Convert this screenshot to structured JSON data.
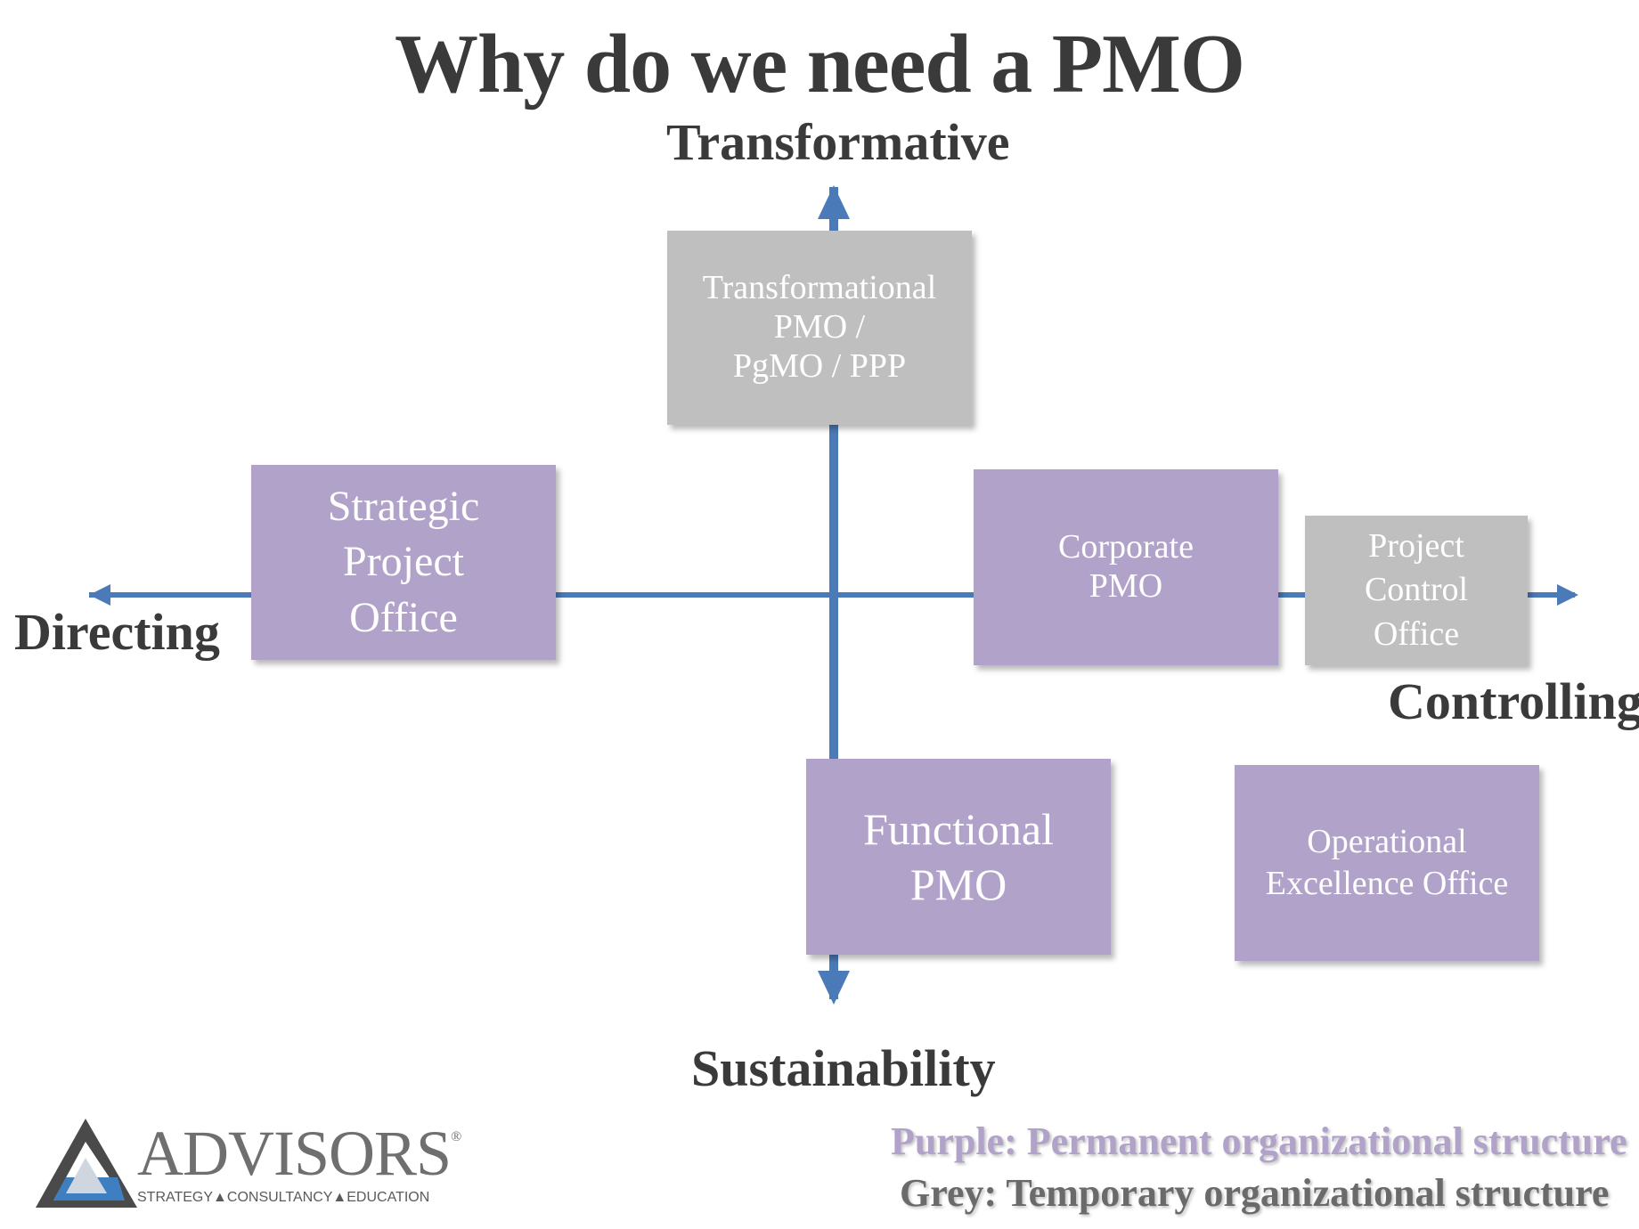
{
  "title": "Why do we need a PMO",
  "axes": {
    "top": "Transformative",
    "left": "Directing",
    "right": "Controlling",
    "bottom": "Sustainability"
  },
  "boxes": {
    "transformational": {
      "lines": [
        "Transformational",
        "PMO /",
        "PgMO / PPP"
      ]
    },
    "strategic": {
      "lines": [
        "Strategic",
        "Project",
        "Office"
      ]
    },
    "corporate": {
      "lines": [
        "Corporate",
        "PMO"
      ]
    },
    "project_control": {
      "lines": [
        "Project",
        "Control",
        "Office"
      ]
    },
    "functional": {
      "lines": [
        "Functional",
        "PMO"
      ]
    },
    "operational": {
      "lines": [
        "Operational",
        "Excellence Office"
      ]
    }
  },
  "legend": {
    "purple": "Purple: Permanent organizational structure",
    "grey": "Grey: Temporary organizational structure"
  },
  "logo": {
    "name": "ADVISORS",
    "registered": "®",
    "tagline": "STRATEGY▲CONSULTANCY▲EDUCATION"
  },
  "colors": {
    "axis": "#4a7ab8",
    "purple": "#b1a2c9",
    "grey": "#bfbfbf",
    "title_text": "#3a3a3a",
    "legend_purple": "#b1a2c9",
    "legend_grey": "#6a6a6a"
  }
}
